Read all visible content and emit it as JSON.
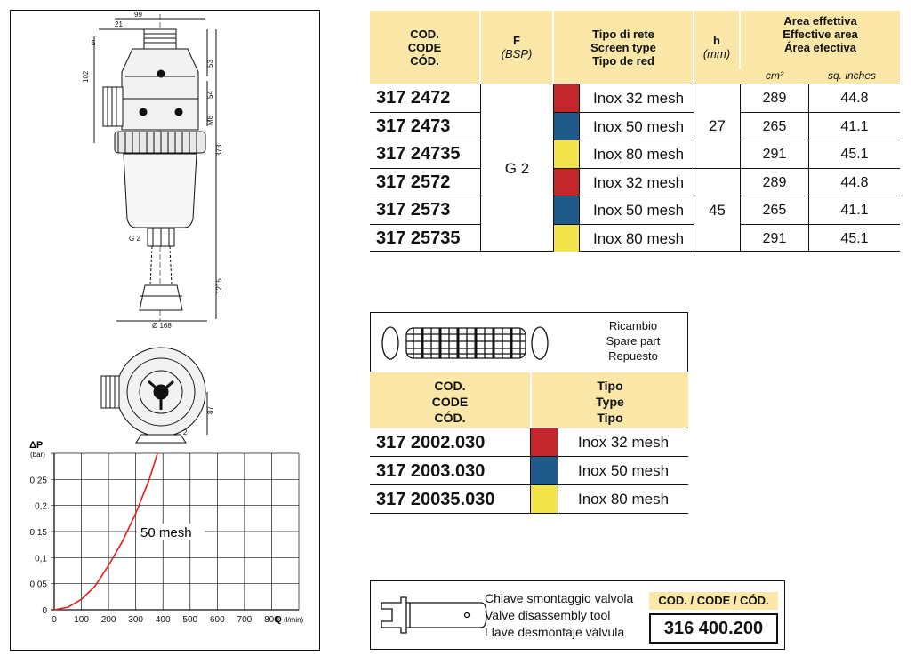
{
  "drawing": {
    "dims": [
      "99",
      "21",
      "5",
      "102",
      "53",
      "54",
      "M8",
      "373",
      "G 2",
      "1215",
      "Ø 168",
      "87",
      "2"
    ]
  },
  "chart_data": {
    "type": "line",
    "ylabel": "ΔP",
    "ylabel_unit": "(bar)",
    "xlabel": "Q",
    "xlabel_unit": "(l/min)",
    "xlim": [
      0,
      900
    ],
    "ylim": [
      0,
      0.3
    ],
    "x_ticks": [
      "0",
      "100",
      "200",
      "300",
      "400",
      "500",
      "600",
      "700",
      "800"
    ],
    "y_ticks": [
      "0",
      "0,05",
      "0,1",
      "0,15",
      "0,2",
      "0,25"
    ],
    "grid": true,
    "series": [
      {
        "name": "50 mesh",
        "color": "#e02020",
        "x": [
          0,
          50,
          100,
          150,
          200,
          250,
          300,
          350,
          380
        ],
        "y": [
          0,
          0.005,
          0.02,
          0.045,
          0.085,
          0.13,
          0.185,
          0.25,
          0.3
        ]
      }
    ],
    "annotation": "50 mesh"
  },
  "main_table": {
    "headers": {
      "code": [
        "COD.",
        "CODE",
        "CÓD."
      ],
      "f": "F",
      "f_unit": "(BSP)",
      "screen": [
        "Tipo di rete",
        "Screen type",
        "Tipo de red"
      ],
      "h": "h",
      "h_unit": "(mm)",
      "area": [
        "Area effettiva",
        "Effective area",
        "Área efectiva"
      ],
      "cm2": "cm²",
      "sqin": "sq. inches"
    },
    "f_value": "G 2",
    "h_values": [
      "27",
      "45"
    ],
    "rows": [
      {
        "code": "317 2472",
        "color": "#c4262e",
        "type": "Inox 32 mesh",
        "cm2": "289",
        "sqin": "44.8"
      },
      {
        "code": "317 2473",
        "color": "#1f5a8a",
        "type": "Inox 50 mesh",
        "cm2": "265",
        "sqin": "41.1"
      },
      {
        "code": "317 24735",
        "color": "#f3e34a",
        "type": "Inox 80 mesh",
        "cm2": "291",
        "sqin": "45.1"
      },
      {
        "code": "317 2572",
        "color": "#c4262e",
        "type": "Inox 32 mesh",
        "cm2": "289",
        "sqin": "44.8"
      },
      {
        "code": "317 2573",
        "color": "#1f5a8a",
        "type": "Inox 50 mesh",
        "cm2": "265",
        "sqin": "41.1"
      },
      {
        "code": "317 25735",
        "color": "#f3e34a",
        "type": "Inox 80 mesh",
        "cm2": "291",
        "sqin": "45.1"
      }
    ]
  },
  "spare": {
    "title": [
      "Ricambio",
      "Spare part",
      "Repuesto"
    ],
    "headers": {
      "code": [
        "COD.",
        "CODE",
        "CÓD."
      ],
      "type": [
        "Tipo",
        "Type",
        "Tipo"
      ]
    },
    "rows": [
      {
        "code": "317 2002.030",
        "color": "#c4262e",
        "type": "Inox 32 mesh"
      },
      {
        "code": "317 2003.030",
        "color": "#1f5a8a",
        "type": "Inox 50 mesh"
      },
      {
        "code": "317 20035.030",
        "color": "#f3e34a",
        "type": "Inox 80 mesh"
      }
    ]
  },
  "tool": {
    "description": [
      "Chiave smontaggio valvola",
      "Valve disassembly tool",
      "Llave desmontaje válvula"
    ],
    "code_label": "COD. / CODE / CÓD.",
    "code": "316 400.200"
  }
}
